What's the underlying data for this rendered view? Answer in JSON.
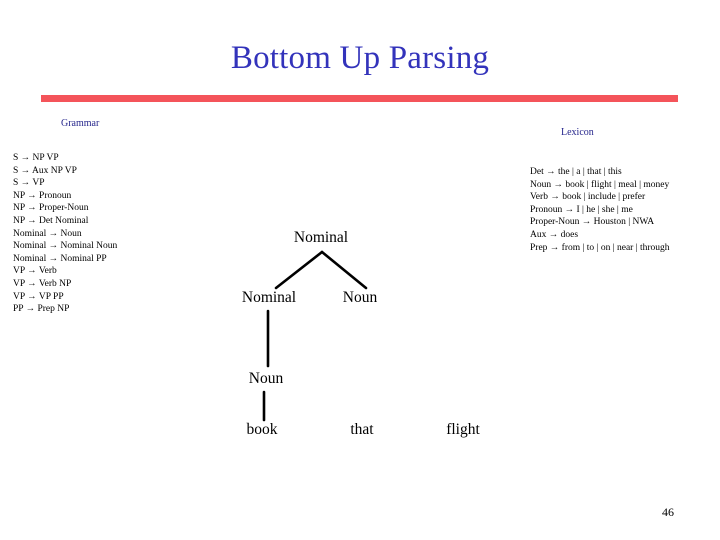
{
  "slide": {
    "title": "Bottom Up Parsing",
    "number": "46",
    "accent_color": "#f4545a",
    "title_color": "#3333bb",
    "caption_color": "#26268c"
  },
  "grammar": {
    "caption": "Grammar",
    "rules": [
      "S → NP VP",
      "S → Aux NP VP",
      "S → VP",
      "NP → Pronoun",
      "NP → Proper-Noun",
      "NP → Det Nominal",
      "Nominal → Noun",
      "Nominal → Nominal Noun",
      "Nominal → Nominal PP",
      "VP → Verb",
      "VP → Verb NP",
      "VP → VP PP",
      "PP → Prep NP"
    ]
  },
  "lexicon": {
    "caption": "Lexicon",
    "rules": [
      "Det → the | a | that | this",
      "Noun → book | flight | meal | money",
      "Verb → book | include | prefer",
      "Pronoun → I | he | she | me",
      "Proper-Noun → Houston | NWA",
      "Aux → does",
      "Prep → from | to | on | near | through"
    ]
  },
  "parse_tree": {
    "nodes": {
      "nominal_top": "Nominal",
      "nominal_left": "Nominal",
      "noun_right": "Noun",
      "noun_lower": "Noun"
    },
    "words": {
      "book": "book",
      "that": "that",
      "flight": "flight"
    }
  }
}
